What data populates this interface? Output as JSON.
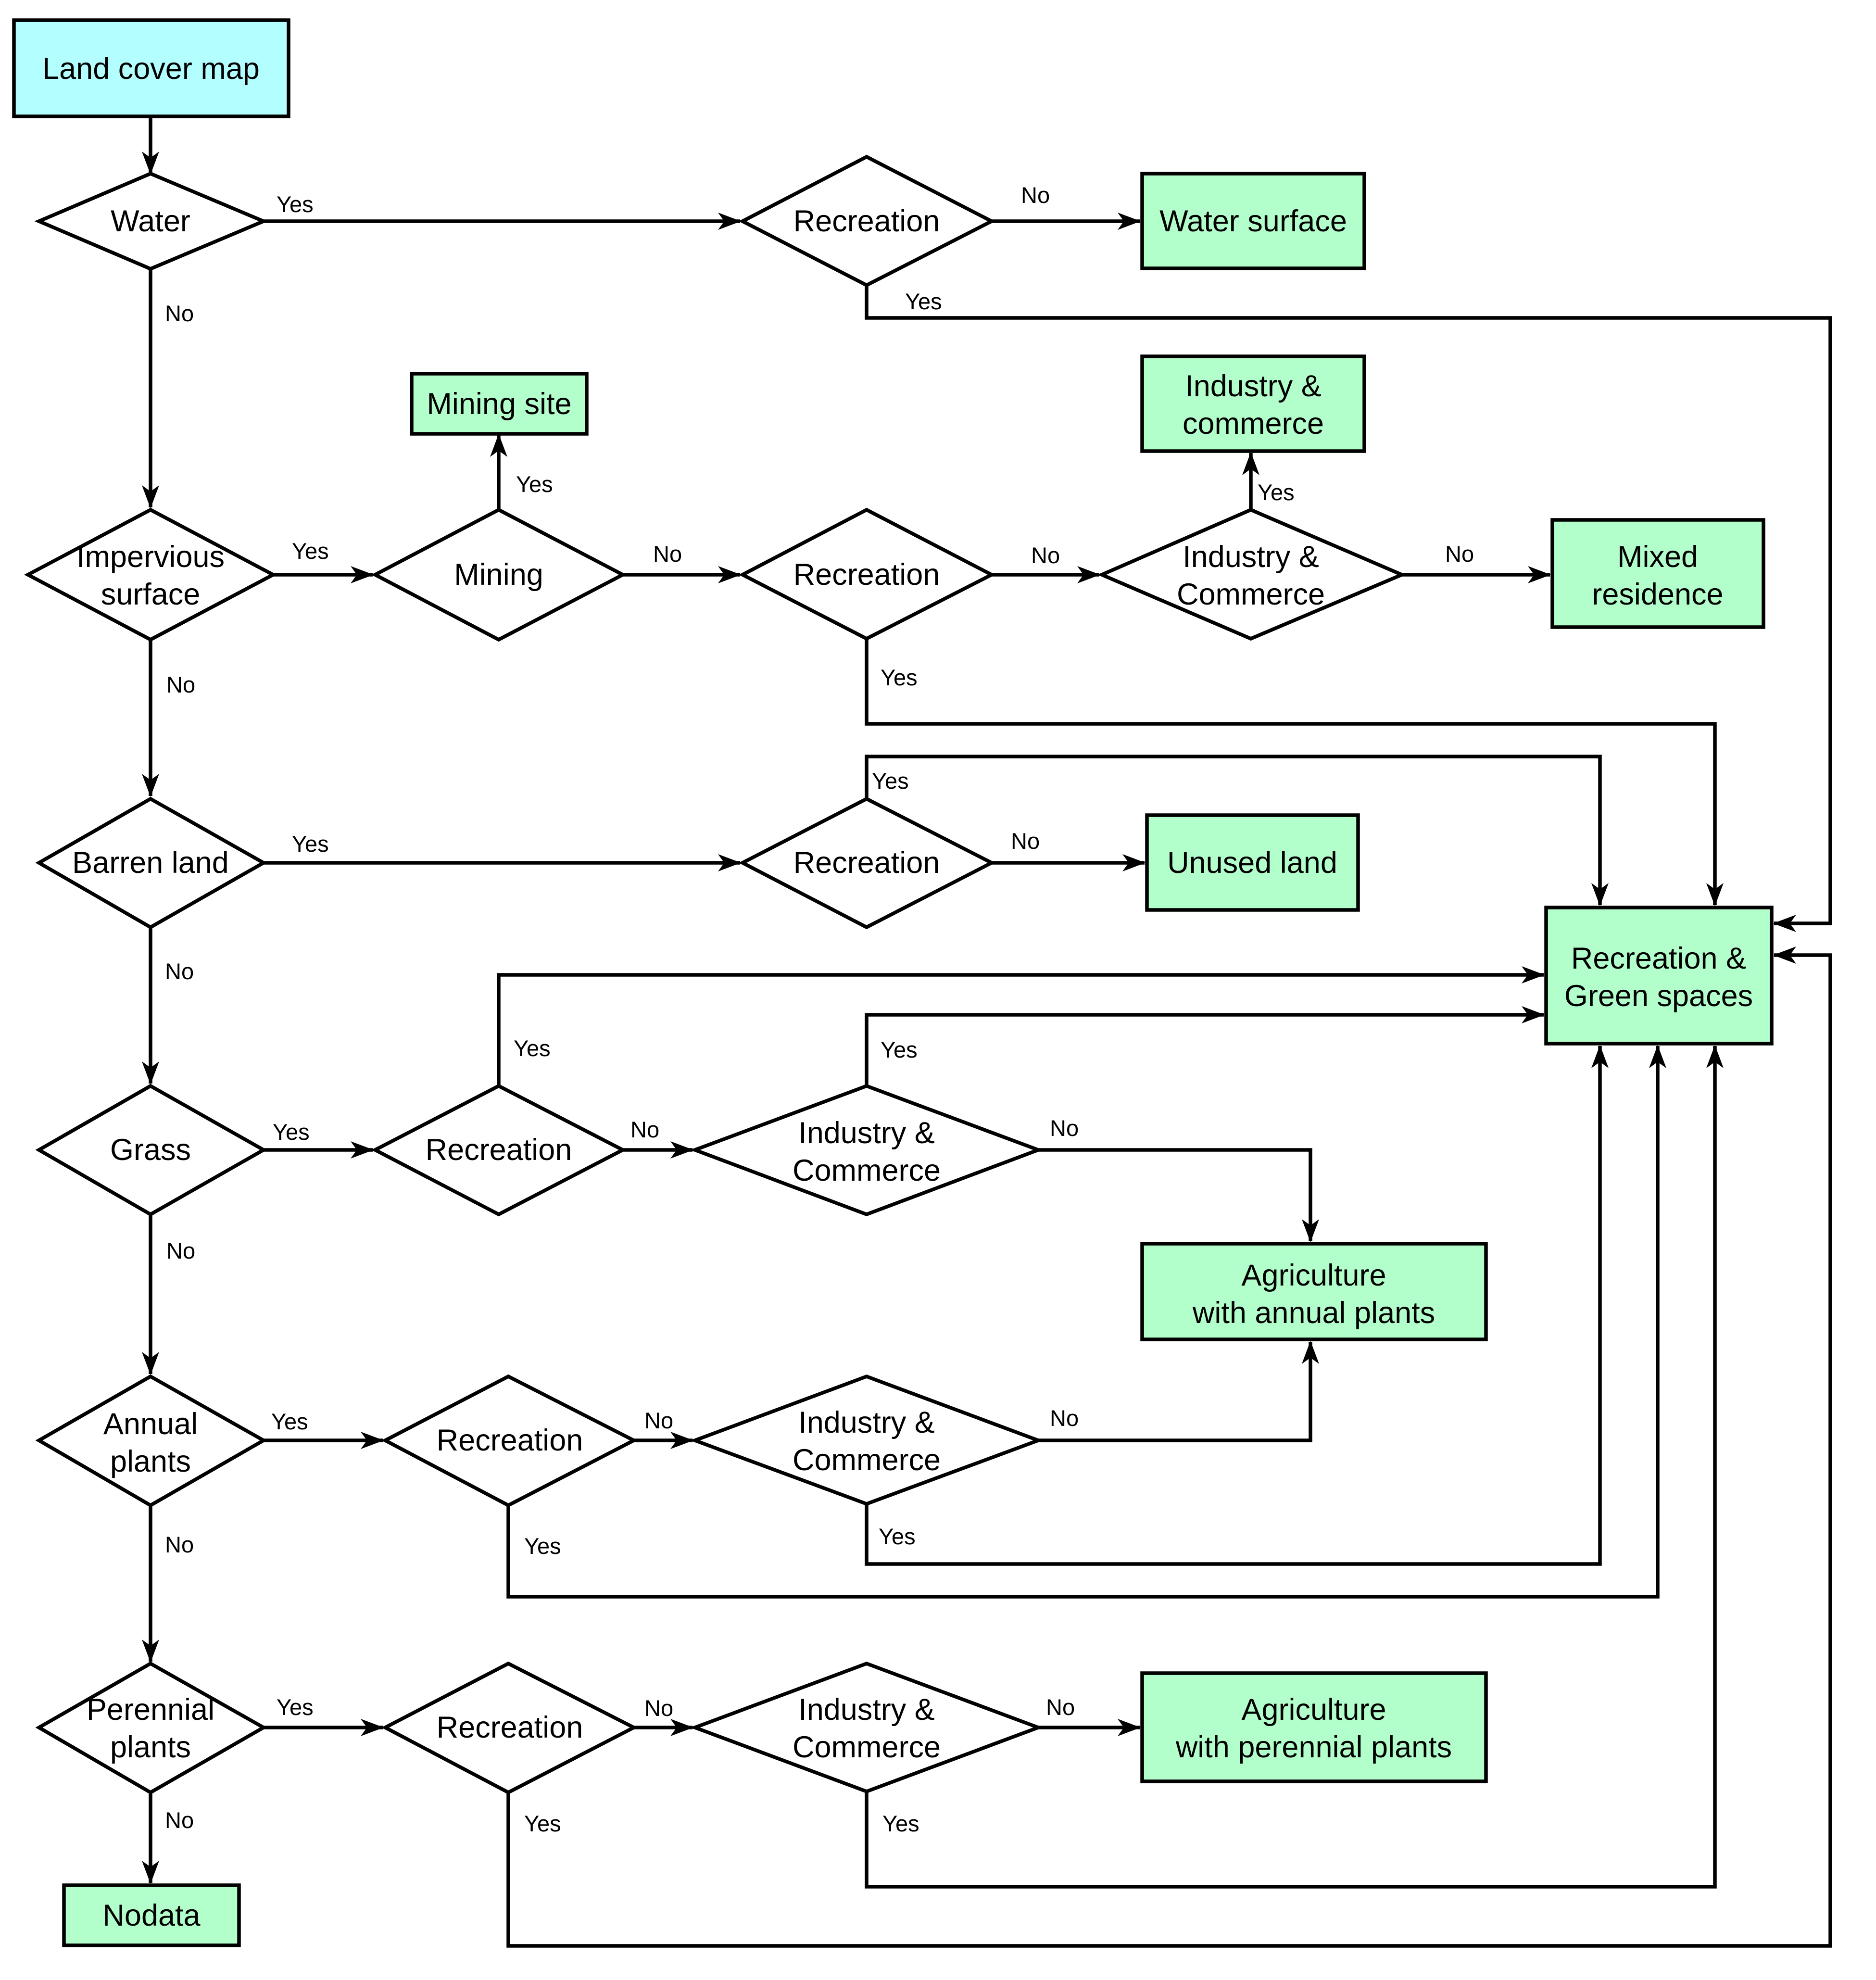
{
  "start": {
    "label": "Land cover map"
  },
  "decisions": {
    "water": {
      "lines": [
        "Water"
      ]
    },
    "impervious": {
      "lines": [
        "Impervious",
        "surface"
      ]
    },
    "barren": {
      "lines": [
        "Barren land"
      ]
    },
    "grass": {
      "lines": [
        "Grass"
      ]
    },
    "annual": {
      "lines": [
        "Annual",
        "plants"
      ]
    },
    "perennial": {
      "lines": [
        "Perennial",
        "plants"
      ]
    },
    "rec_water": {
      "lines": [
        "Recreation"
      ]
    },
    "mining": {
      "lines": [
        "Mining"
      ]
    },
    "rec_impervious": {
      "lines": [
        "Recreation"
      ]
    },
    "ic_impervious": {
      "lines": [
        "Industry &",
        "Commerce"
      ]
    },
    "rec_barren": {
      "lines": [
        "Recreation"
      ]
    },
    "rec_grass": {
      "lines": [
        "Recreation"
      ]
    },
    "ic_grass": {
      "lines": [
        "Industry &",
        "Commerce"
      ]
    },
    "rec_annual": {
      "lines": [
        "Recreation"
      ]
    },
    "ic_annual": {
      "lines": [
        "Industry &",
        "Commerce"
      ]
    },
    "rec_perennial": {
      "lines": [
        "Recreation"
      ]
    },
    "ic_perennial": {
      "lines": [
        "Industry &",
        "Commerce"
      ]
    }
  },
  "outcomes": {
    "water_surface": {
      "lines": [
        "Water surface"
      ]
    },
    "mining_site": {
      "lines": [
        "Mining site"
      ]
    },
    "industry_commerce": {
      "lines": [
        "Industry &",
        "commerce"
      ]
    },
    "mixed_residence": {
      "lines": [
        "Mixed",
        "residence"
      ]
    },
    "unused_land": {
      "lines": [
        "Unused land"
      ]
    },
    "recreation_green": {
      "lines": [
        "Recreation &",
        "Green spaces"
      ]
    },
    "agri_annual": {
      "lines": [
        "Agriculture",
        "with annual plants"
      ]
    },
    "agri_perennial": {
      "lines": [
        "Agriculture",
        "with perennial plants"
      ]
    },
    "nodata": {
      "lines": [
        "Nodata"
      ]
    }
  },
  "edge_labels": {
    "yes": "Yes",
    "no": "No"
  },
  "colors": {
    "start_fill": "#b3ffff",
    "outcome_fill": "#b3ffcc",
    "decision_fill": "#ffffff",
    "stroke": "#000000"
  }
}
